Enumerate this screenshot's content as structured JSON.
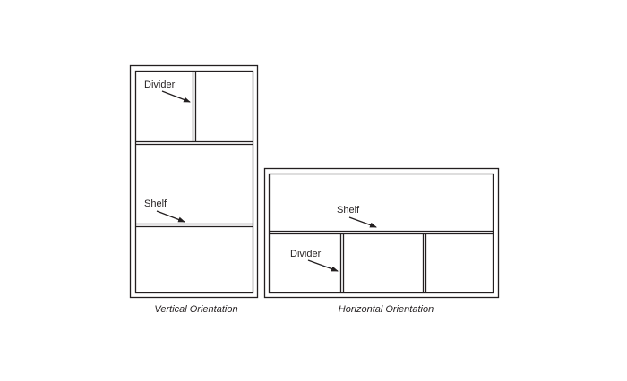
{
  "diagram": {
    "vertical": {
      "caption": "Vertical Orientation",
      "labels": {
        "divider": "Divider",
        "shelf": "Shelf"
      }
    },
    "horizontal": {
      "caption": "Horizontal Orientation",
      "labels": {
        "shelf": "Shelf",
        "divider": "Divider"
      }
    },
    "colors": {
      "line": "#231f20",
      "background": "#ffffff"
    }
  }
}
